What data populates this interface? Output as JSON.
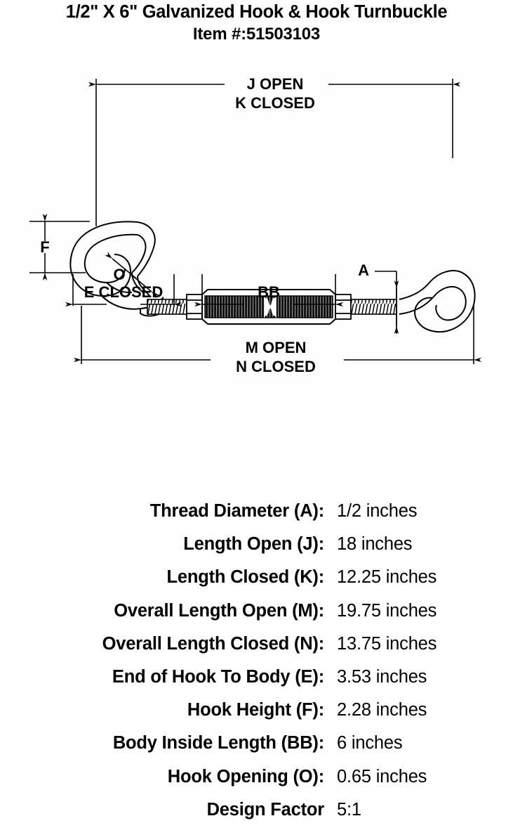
{
  "header": {
    "product_title": "1/2\" X 6\" Galvanized Hook & Hook Turnbuckle",
    "item_label": "Item #:51503103"
  },
  "diagram": {
    "labels": {
      "j_open": "J  OPEN",
      "k_closed": "K  CLOSED",
      "m_open": "M  OPEN",
      "n_closed": "N  CLOSED",
      "e_closed": "E  CLOSED",
      "bb": "BB",
      "f": "F",
      "o": "O",
      "a": "A"
    }
  },
  "specs": {
    "rows": [
      {
        "label": "Thread Diameter (A):",
        "value": "1/2 inches"
      },
      {
        "label": "Length Open (J):",
        "value": "18 inches"
      },
      {
        "label": "Length Closed (K):",
        "value": "12.25 inches"
      },
      {
        "label": "Overall Length Open (M):",
        "value": "19.75 inches"
      },
      {
        "label": "Overall Length Closed (N):",
        "value": "13.75 inches"
      },
      {
        "label": "End of Hook To Body (E):",
        "value": "3.53 inches"
      },
      {
        "label": "Hook Height (F):",
        "value": "2.28 inches"
      },
      {
        "label": "Body Inside Length (BB):",
        "value": "6 inches"
      },
      {
        "label": "Hook Opening (O):",
        "value": "0.65 inches"
      },
      {
        "label": "Design Factor",
        "value": "5:1"
      }
    ]
  }
}
